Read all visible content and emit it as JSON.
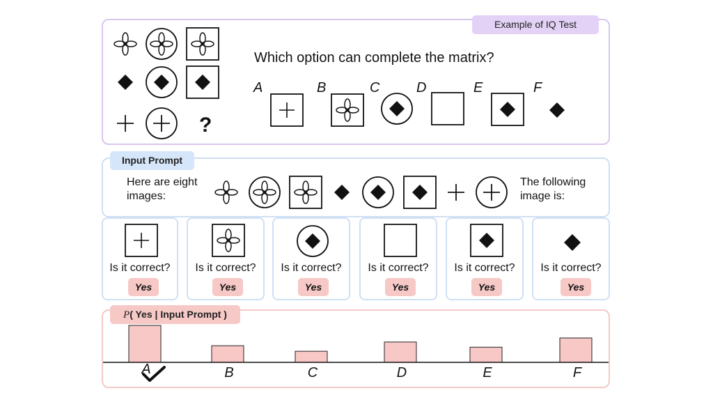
{
  "iq_example": {
    "tag": "Example of IQ Test",
    "question": "Which option can complete the matrix?",
    "missing_mark": "?",
    "options": [
      "A",
      "B",
      "C",
      "D",
      "E",
      "F"
    ]
  },
  "input_prompt": {
    "tag": "Input Prompt",
    "lead_text": "Here are eight images:",
    "tail_text": "The following image is:"
  },
  "candidates": [
    {
      "question": "Is it correct?",
      "answer": "Yes"
    },
    {
      "question": "Is it correct?",
      "answer": "Yes"
    },
    {
      "question": "Is it correct?",
      "answer": "Yes"
    },
    {
      "question": "Is it correct?",
      "answer": "Yes"
    },
    {
      "question": "Is it correct?",
      "answer": "Yes"
    },
    {
      "question": "Is it correct?",
      "answer": "Yes"
    }
  ],
  "probability": {
    "tag_p": "P",
    "tag_rest": "( Yes | Input Prompt )"
  },
  "colors": {
    "iq_border": "#d9c6ee",
    "prompt_border": "#cfe0f4",
    "prob_border": "#f2c9c6",
    "bar_fill": "#f8c8c6",
    "bar_stroke": "#222222"
  },
  "chart_data": {
    "type": "bar",
    "categories": [
      "A",
      "B",
      "C",
      "D",
      "E",
      "F"
    ],
    "values": [
      1.0,
      0.45,
      0.3,
      0.55,
      0.41,
      0.66
    ],
    "ylim": [
      0,
      1.0
    ],
    "correct": "A",
    "grid": false
  }
}
